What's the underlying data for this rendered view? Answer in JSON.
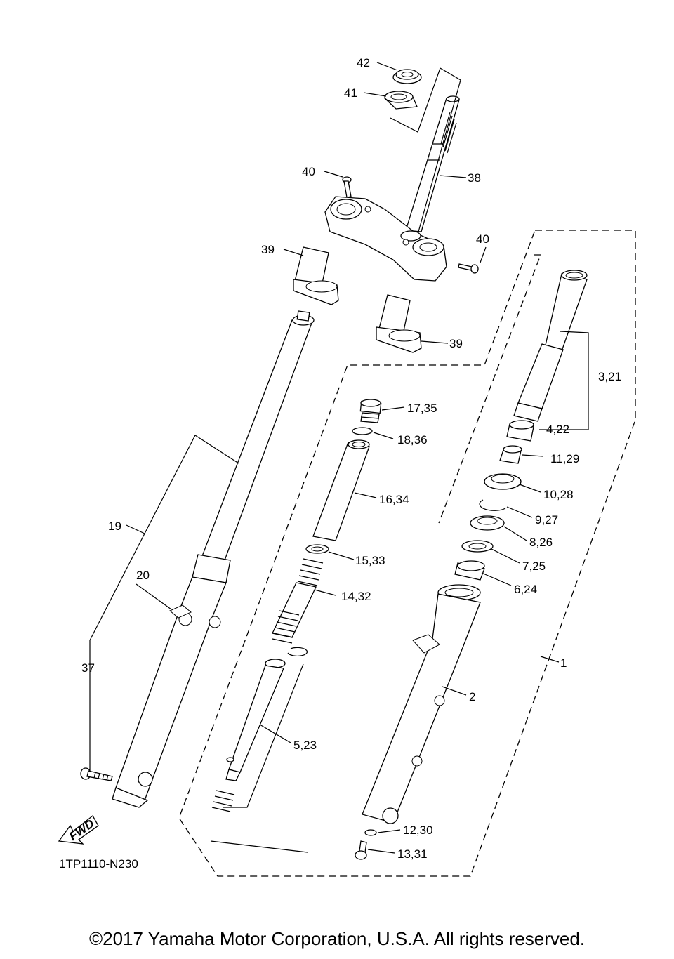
{
  "callouts": {
    "p42": "42",
    "p41": "41",
    "p40a": "40",
    "p40b": "40",
    "p38": "38",
    "p39a": "39",
    "p39b": "39",
    "p3_21": "3,21",
    "p4_22": "4,22",
    "p11_29": "11,29",
    "p10_28": "10,28",
    "p9_27": "9,27",
    "p8_26": "8,26",
    "p7_25": "7,25",
    "p6_24": "6,24",
    "p17_35": "17,35",
    "p18_36": "18,36",
    "p16_34": "16,34",
    "p15_33": "15,33",
    "p14_32": "14,32",
    "p19": "19",
    "p20": "20",
    "p37": "37",
    "p5_23": "5,23",
    "p2": "2",
    "p1": "1",
    "p12_30": "12,30",
    "p13_31": "13,31"
  },
  "fwd_label": "FWD",
  "diagram_code": "1TP1110-N230",
  "copyright": "©2017 Yamaha Motor Corporation, U.S.A. All rights reserved."
}
